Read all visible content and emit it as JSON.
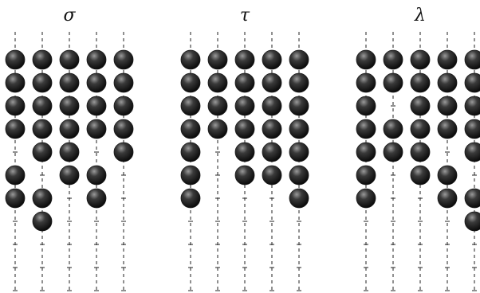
{
  "colors": {
    "bead": "#1a1a1a",
    "bead_highlight": "#9a9a9a",
    "runner": "#222222",
    "background": "#ffffff"
  },
  "abacus": {
    "levels": 10,
    "panels": [
      {
        "title": "σ",
        "runners": [
          [
            0,
            1,
            2,
            3,
            5,
            6
          ],
          [
            0,
            1,
            2,
            3,
            4,
            6,
            7
          ],
          [
            0,
            1,
            2,
            3,
            4,
            5
          ],
          [
            0,
            1,
            2,
            3,
            5,
            6
          ],
          [
            0,
            1,
            2,
            3,
            4
          ]
        ]
      },
      {
        "title": "τ",
        "runners": [
          [
            0,
            1,
            2,
            3,
            4,
            5,
            6
          ],
          [
            0,
            1,
            2,
            3
          ],
          [
            0,
            1,
            2,
            3,
            4,
            5
          ],
          [
            0,
            1,
            2,
            3,
            4,
            5
          ],
          [
            0,
            1,
            2,
            3,
            4,
            5,
            6
          ]
        ]
      },
      {
        "title": "λ",
        "runners": [
          [
            0,
            1,
            2,
            3,
            4,
            5,
            6
          ],
          [
            0,
            1,
            3,
            4
          ],
          [
            0,
            1,
            2,
            3,
            4,
            5
          ],
          [
            0,
            1,
            2,
            3,
            5,
            6
          ],
          [
            0,
            1,
            2,
            3,
            4,
            6,
            7
          ]
        ]
      }
    ]
  }
}
